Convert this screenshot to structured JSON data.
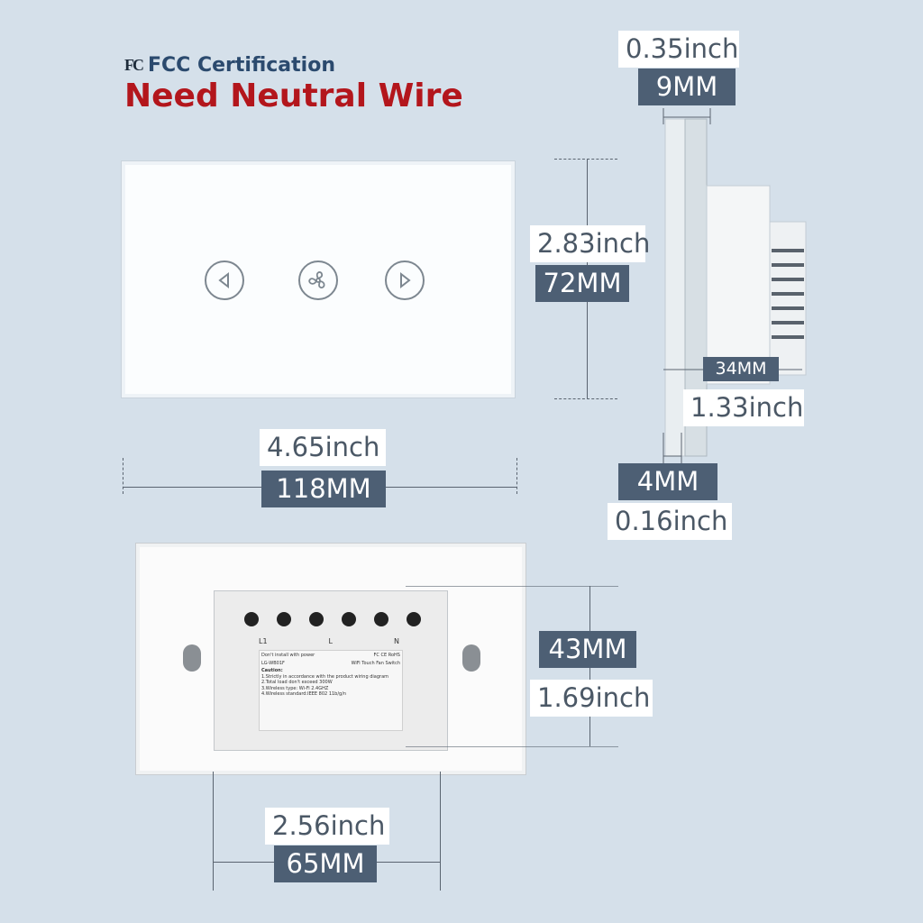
{
  "header": {
    "certification_logo": "FC",
    "certification_text": "FCC Certification",
    "headline": "Need Neutral Wire"
  },
  "front_panel": {
    "buttons": [
      {
        "icon": "arrow-left-icon"
      },
      {
        "icon": "fan-icon"
      },
      {
        "icon": "arrow-right-icon"
      }
    ],
    "width_inch": "4.65inch",
    "width_mm": "118MM",
    "height_inch": "2.83inch",
    "height_mm": "72MM"
  },
  "side_view": {
    "thickness_inch": "0.35inch",
    "thickness_mm": "9MM",
    "depth_mm": "34MM",
    "depth_inch": "1.33inch",
    "glass_mm": "4MM",
    "glass_inch": "0.16inch"
  },
  "back_panel": {
    "terminal_labels": [
      "L1",
      "L",
      "N"
    ],
    "warning": "Don't install with power",
    "cert_marks": "FC CE RoHS",
    "model": "LG-WB01F",
    "product": "WiFi Touch Fan Switch",
    "caution_title": "Caution:",
    "caution_lines": [
      "1.Strictly in accordance with the product wiring diagram",
      "2.Total load don't exceed 300W",
      "3.Wireless type: Wi-Fi 2.4GHZ",
      "4.Wireless standard:IEEE 802 11b/g/n"
    ],
    "height_mm": "43MM",
    "height_inch": "1.69inch",
    "width_inch": "2.56inch",
    "width_mm": "65MM"
  },
  "colors": {
    "background": "#d5e0ea",
    "headline": "#b3161c",
    "certification": "#2b4a6e",
    "dark_tag": "#4d5f74"
  }
}
